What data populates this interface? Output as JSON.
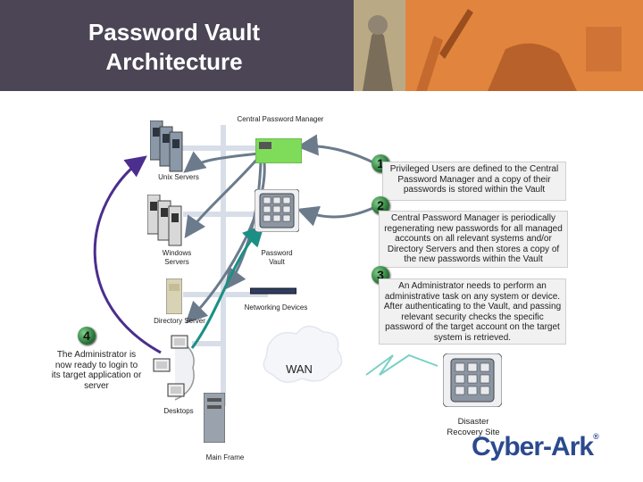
{
  "title": "Password Vault Architecture",
  "labels": {
    "central_password_manager": "Central Password Manager",
    "unix_servers": "Unix Servers",
    "windows_servers": "Windows Servers",
    "password_vault": "Password Vault",
    "networking_devices": "Networking Devices",
    "directory_server": "Directory Server",
    "desktops": "Desktops",
    "main_frame": "Main Frame",
    "wan": "WAN",
    "disaster_recovery_site": "Disaster Recovery Site"
  },
  "steps": [
    {
      "number": "1",
      "text": "Privileged Users are defined to the Central Password Manager and a copy of their passwords is stored within the Vault"
    },
    {
      "number": "2",
      "text": "Central Password Manager is periodically regenerating new passwords for all managed accounts on all relevant systems and/or Directory Servers and then stores a copy of the new passwords within the Vault"
    },
    {
      "number": "3",
      "text": "An Administrator needs to perform an administrative task on any system or device. After authenticating to the Vault, and passing relevant security checks the specific password of the target account on the target system is retrieved."
    },
    {
      "number": "4",
      "text": "The Administrator is now ready to login to its target application or server"
    }
  ],
  "logo_text": "Cyber-Ark",
  "logo_mark": "®",
  "colors": {
    "banner": "#4b4555",
    "banner_accent": "#e1843e",
    "step_badge": "#2e8b3e",
    "arrow_gray": "#6b7b8c",
    "arrow_purple": "#4b2e8e",
    "arrow_teal": "#1a8f86",
    "wan_link": "#7bd0c8"
  }
}
